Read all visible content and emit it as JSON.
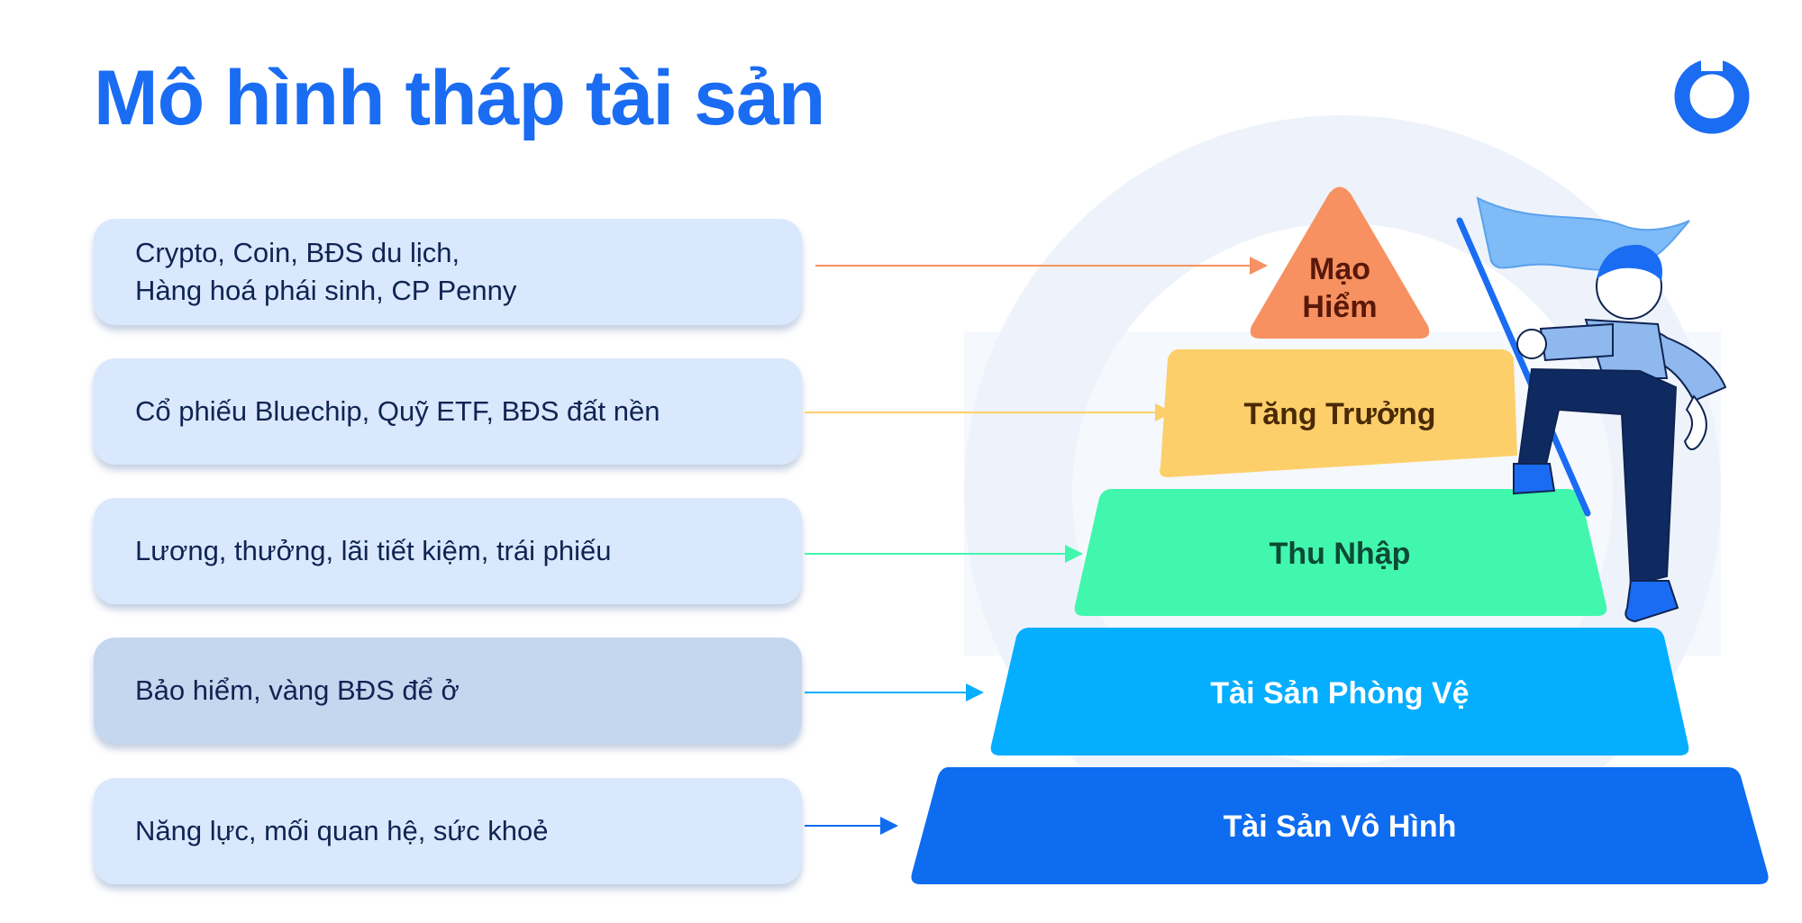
{
  "title": "Mô hình tháp tài sản",
  "logo": {
    "icon": "ring-logo-icon",
    "color": "#1a6cf2"
  },
  "rows": [
    {
      "description": "Crypto, Coin, BĐS du lịch,\nHàng hoá phái sinh, CP Penny",
      "tier": "Mạo\nHiểm",
      "color": "#f79161",
      "text_color": "#5a1808",
      "arrow_color": "#f79161"
    },
    {
      "description": "Cổ phiếu Bluechip, Quỹ ETF, BĐS đất nền",
      "tier": "Tăng Trưởng",
      "color": "#fdcf6b",
      "text_color": "#4a2a06",
      "arrow_color": "#fdcf6b"
    },
    {
      "description": "Lương, thưởng, lãi tiết kiệm, trái phiếu",
      "tier": "Thu Nhập",
      "color": "#41f7ad",
      "text_color": "#0c4a35",
      "arrow_color": "#41f7ad"
    },
    {
      "description": "Bảo hiểm, vàng BĐS để ở",
      "tier": "Tài Sản Phòng Vệ",
      "color": "#05aeff",
      "text_color": "#ffffff",
      "arrow_color": "#05aeff"
    },
    {
      "description": "Năng lực, mối quan hệ, sức khoẻ",
      "tier": "Tài Sản Vô Hình",
      "color": "#0d6cf0",
      "text_color": "#ffffff",
      "arrow_color": "#0d6cf0"
    }
  ]
}
